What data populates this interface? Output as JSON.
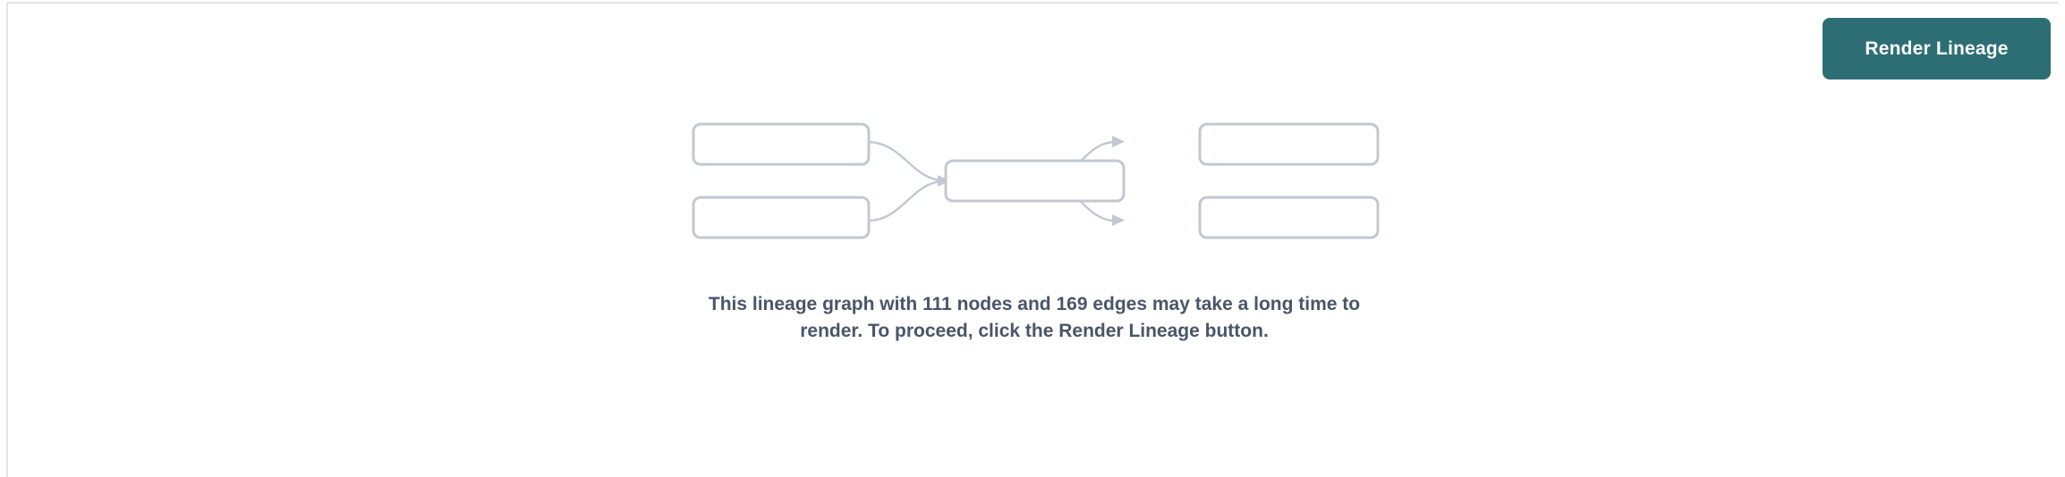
{
  "page": {
    "background_color": "#ffffff",
    "border_color": "#e2e4e8"
  },
  "toolbar": {
    "render_button_label": "Render Lineage",
    "render_button_color": "#2d6e75",
    "render_button_text_color": "#ffffff"
  },
  "placeholder_graph": {
    "node_border_color": "#c2c8d1",
    "edge_color": "#c2c8d1",
    "node_count_shown": 5,
    "edge_count_shown": 4,
    "nodes": [
      {
        "id": "upstream-1",
        "label": ""
      },
      {
        "id": "upstream-2",
        "label": ""
      },
      {
        "id": "center",
        "label": ""
      },
      {
        "id": "downstream-1",
        "label": ""
      },
      {
        "id": "downstream-2",
        "label": ""
      }
    ]
  },
  "message": {
    "text_color": "#4a5568",
    "node_count": "111",
    "edge_count": "169",
    "line1": "This lineage graph with 111 nodes and 169 edges may take",
    "line2": "a long time to render. To proceed, click the Render Lineage",
    "line3": "button.",
    "full_text": "This lineage graph with 111 nodes and 169 edges may take a long time to render. To proceed, click the Render Lineage button."
  }
}
